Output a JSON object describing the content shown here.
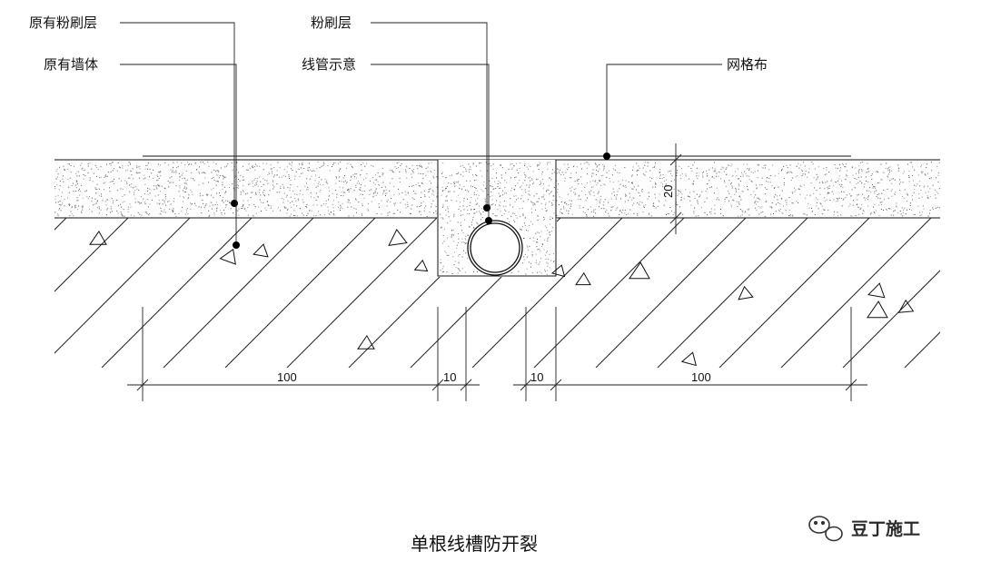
{
  "labels": {
    "original_plaster": "原有粉刷层",
    "original_wall": "原有墙体",
    "plaster_layer": "粉刷层",
    "conduit": "线管示意",
    "mesh": "网格布"
  },
  "dimensions": {
    "left_width": "100",
    "left_gap": "10",
    "right_gap": "10",
    "right_width": "100",
    "thickness": "20"
  },
  "caption": "单根线槽防开裂",
  "watermark": "豆丁施工",
  "colors": {
    "line": "#111111",
    "background": "#ffffff",
    "watermark": "#2b2b2b"
  },
  "icons": {
    "watermark_icon": "wechat-icon"
  }
}
